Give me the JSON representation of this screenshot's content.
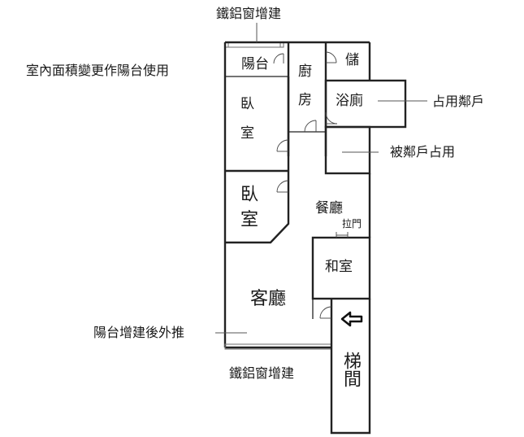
{
  "notes": {
    "top_window": "鐵鋁窗增建",
    "indoor_balcony": "室內面積變更作陽台使用",
    "occupy_neighbor": "占用鄰戶",
    "occupied_by_neighbor": "被鄰戶占用",
    "balcony_push": "陽台增建後外推",
    "bottom_window": "鐵鋁窗增建"
  },
  "rooms": {
    "balcony": "陽台",
    "kitchen_1": "廚",
    "kitchen_2": "房",
    "storage": "儲",
    "bathroom": "浴廁",
    "bedroom1_1": "臥",
    "bedroom1_2": "室",
    "bedroom2_1": "臥",
    "bedroom2_2": "室",
    "dining": "餐廳",
    "sliding_door": "拉門",
    "tatami": "和室",
    "living": "客廳",
    "stair": "梯間"
  },
  "icons": {
    "entrance": "arrow-left-icon"
  }
}
